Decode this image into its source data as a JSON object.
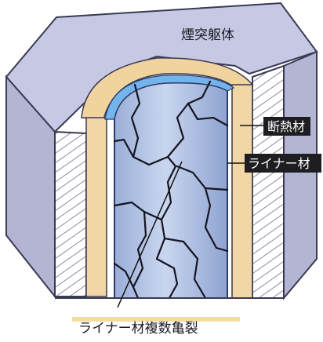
{
  "labels": {
    "chimney_body": "煙突躯体",
    "insulation": "断熱材",
    "liner": "ライナー材",
    "liner_cracks": "ライナー材複数亀裂"
  },
  "colors": {
    "chimney_top": "#c7c7e2",
    "chimney_side": "#b4b5d2",
    "chimney_outline": "#3a3a52",
    "insulation": "#f3d6a6",
    "insulation_dark": "#e2b980",
    "liner_blue": "#9fb2dc",
    "liner_light": "#c5d3ee",
    "liner_rim": "#6fb3ee",
    "crack": "#1a1a24",
    "label_bg_dark": "#1e1e22",
    "label_fg_light": "#ffffff",
    "caption_underline": "#f2dca0"
  }
}
